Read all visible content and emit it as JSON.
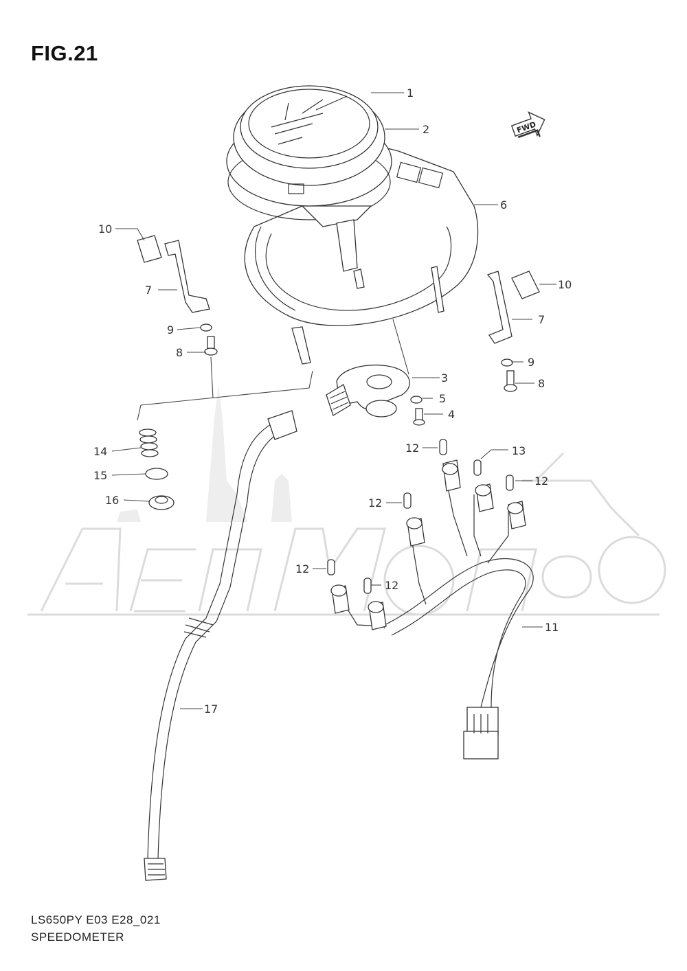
{
  "figure_title": "FIG.21",
  "diagram_code": "LS650PY  E03  E28_021",
  "caption": "SPEEDOMETER",
  "fwd_label": "FWD",
  "watermark_text": "AeriMoto",
  "callouts": [
    "1",
    "2",
    "3",
    "4",
    "5",
    "6",
    "7",
    "7",
    "8",
    "8",
    "9",
    "9",
    "10",
    "10",
    "11",
    "12",
    "12",
    "12",
    "12",
    "12",
    "13",
    "14",
    "15",
    "16",
    "17"
  ]
}
